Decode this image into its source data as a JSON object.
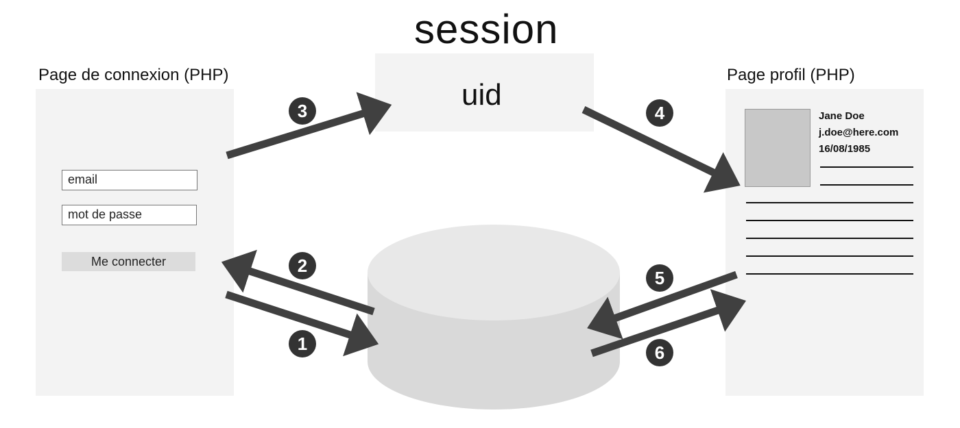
{
  "session": {
    "title": "session",
    "uid": "uid"
  },
  "login": {
    "title": "Page de connexion (PHP)",
    "email_placeholder": "email",
    "password_placeholder": "mot de passe",
    "submit_label": "Me connecter"
  },
  "profile": {
    "title": "Page profil (PHP)",
    "name": "Jane Doe",
    "email": "j.doe@here.com",
    "birthdate": "16/08/1985"
  },
  "steps": [
    "1",
    "2",
    "3",
    "4",
    "5",
    "6"
  ],
  "colors": {
    "panel": "#f3f3f3",
    "arrow": "#404040",
    "database": "#d9d9d9"
  }
}
